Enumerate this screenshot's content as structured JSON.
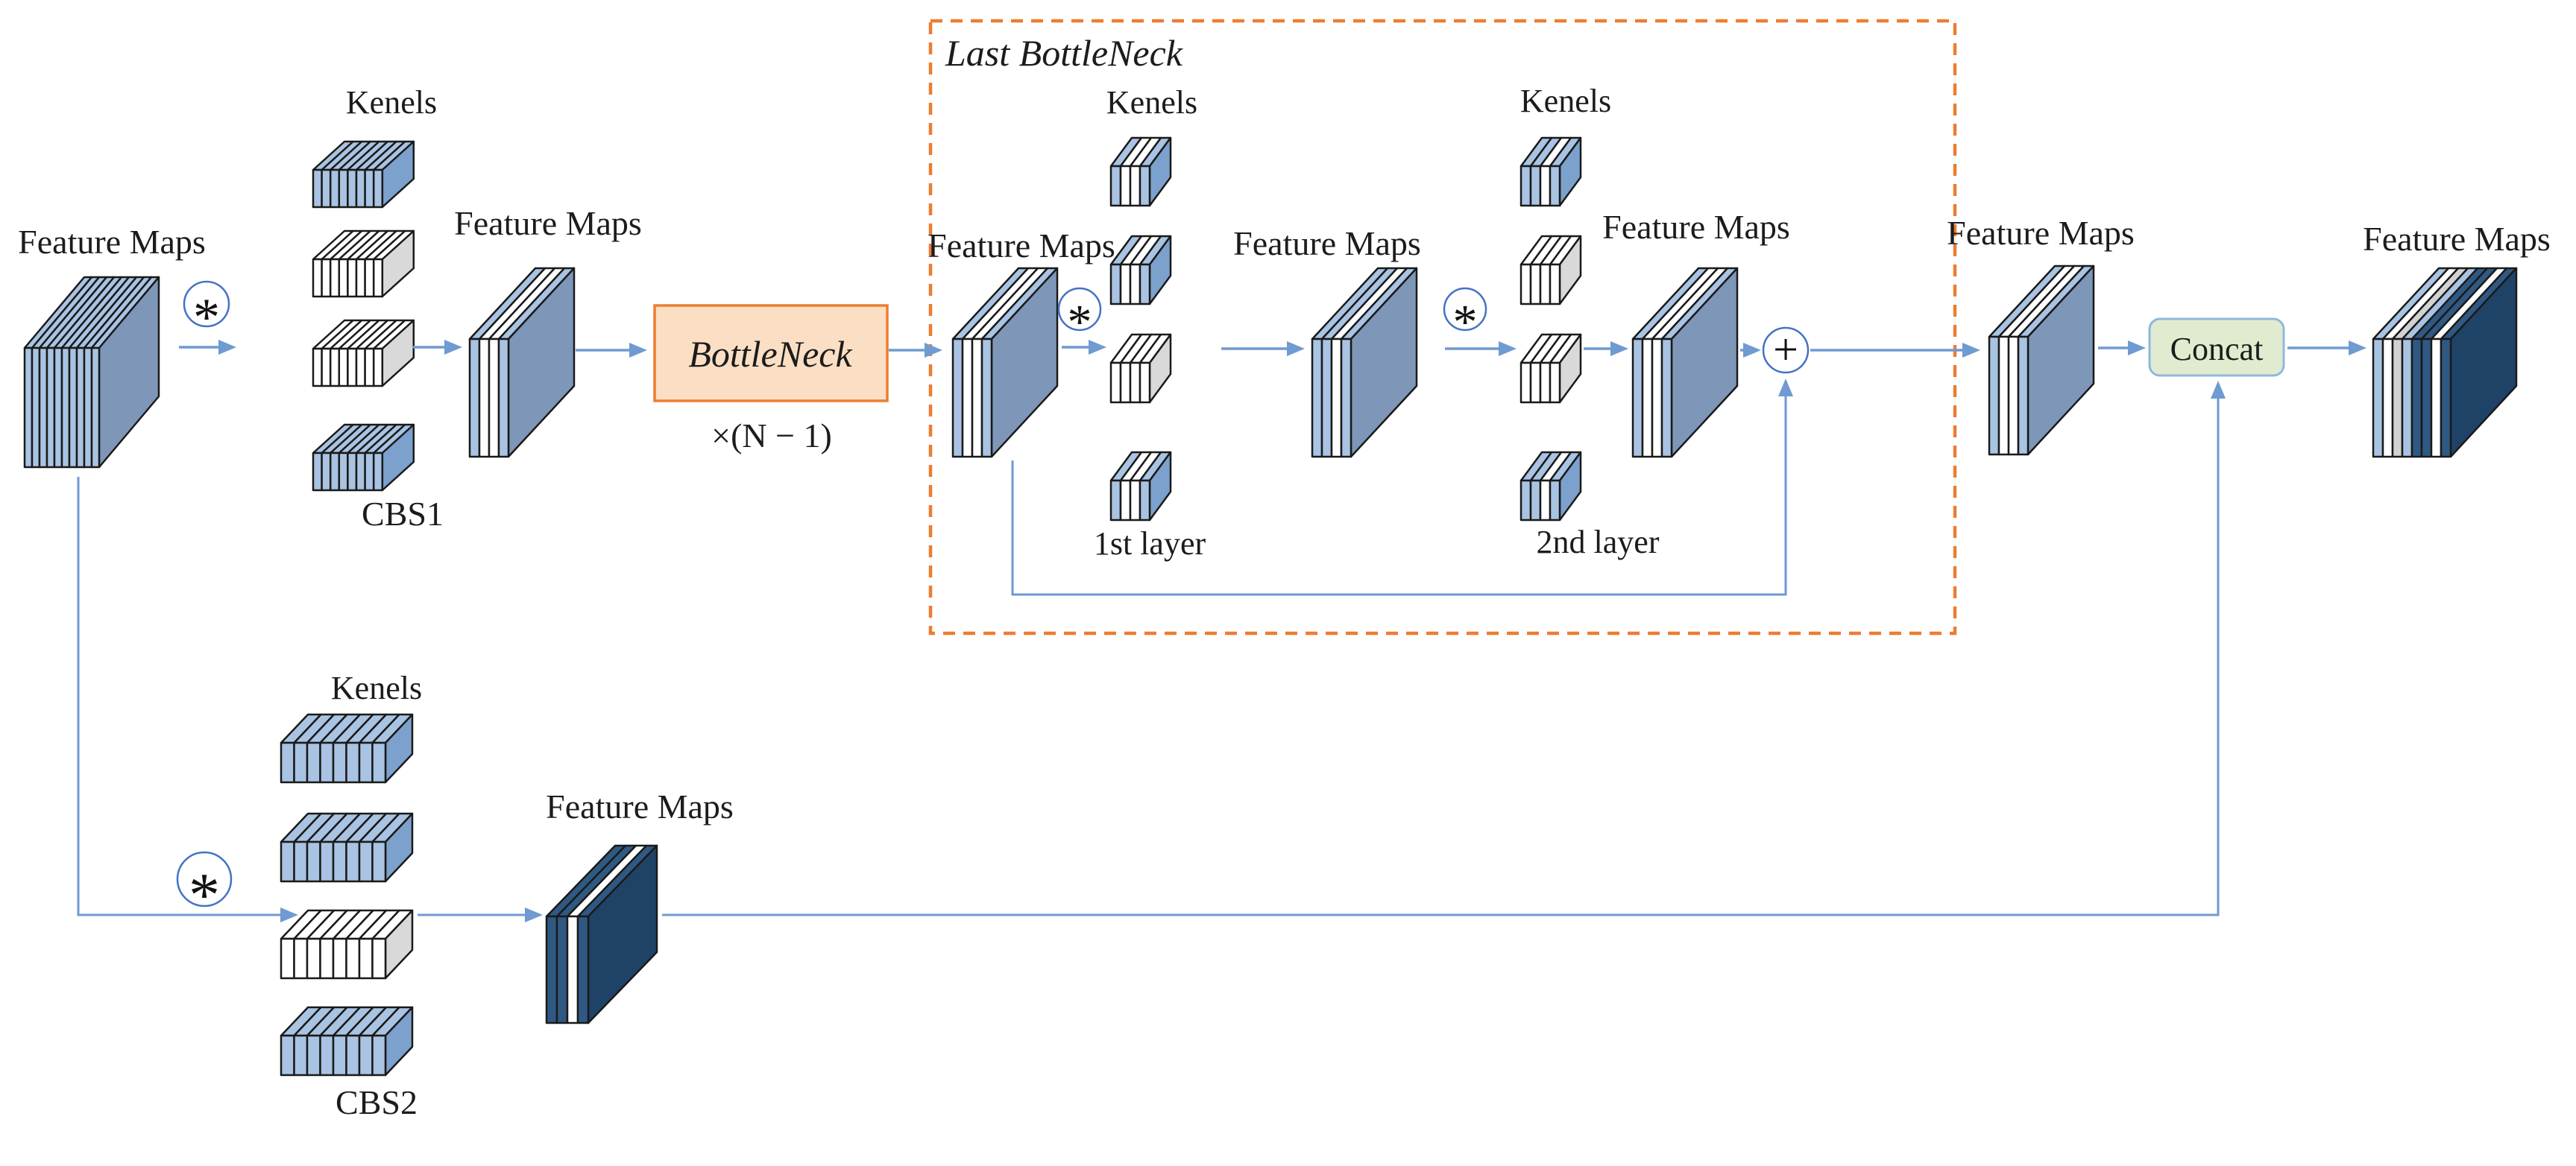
{
  "diagram": {
    "labels": {
      "feature_maps": "Feature Maps",
      "kernels": "Kenels",
      "cbs1": "CBS1",
      "cbs2": "CBS2",
      "bottleneck": "BottleNeck",
      "bottleneck_repeat": "×(N − 1)",
      "last_bottleneck": "Last BottleNeck",
      "first_layer": "1st layer",
      "second_layer": "2nd layer",
      "concat": "Concat",
      "convolution_symbol": "*",
      "addition_symbol": "+"
    },
    "colors": {
      "light_blue_face": "#a9c3e2",
      "light_blue_side": "#7e96b8",
      "kernel_blue_side": "#7ba1cc",
      "white_face": "#ffffff",
      "white_side": "#d9d9d9",
      "gray_face": "#d2d2d2",
      "navy_face": "#2f5982",
      "navy_side": "#1f4267",
      "outline": "#1a1a1a",
      "arrow": "#6f9ad2",
      "operator_ring": "#4472c4",
      "bottleneck_fill": "#fbdfc4",
      "bottleneck_border": "#ed7d31",
      "dashed_border": "#ed7d31",
      "concat_fill": "#e1ebcf",
      "concat_border": "#8fb8dd",
      "text": "#1c1c1c"
    }
  }
}
